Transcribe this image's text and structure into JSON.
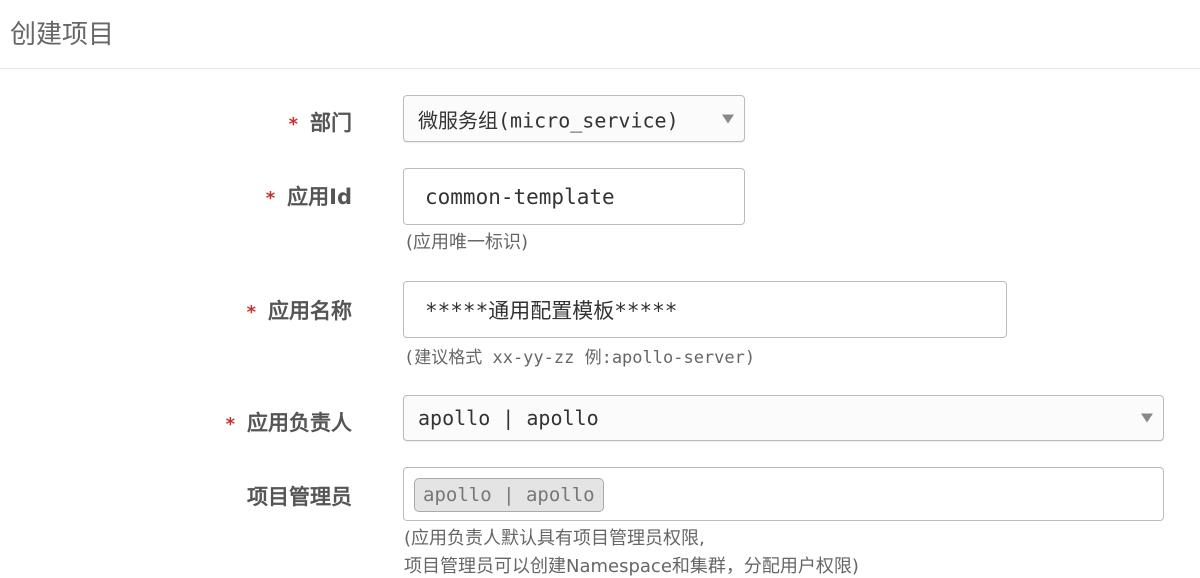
{
  "header": {
    "title": "创建项目"
  },
  "form": {
    "department": {
      "label": "部门",
      "required": "*",
      "value": "微服务组(micro_service)"
    },
    "app_id": {
      "label": "应用Id",
      "required": "*",
      "value": "common-template",
      "help": "(应用唯一标识)"
    },
    "app_name": {
      "label": "应用名称",
      "required": "*",
      "value": "*****通用配置模板*****",
      "help": "(建议格式 xx-yy-zz 例:apollo-server)"
    },
    "owner": {
      "label": "应用负责人",
      "required": "*",
      "value": "apollo | apollo"
    },
    "admins": {
      "label": "项目管理员",
      "chips": [
        "apollo | apollo"
      ],
      "help_line1": "(应用负责人默认具有项目管理员权限,",
      "help_line2": "项目管理员可以创建Namespace和集群，分配用户权限)"
    }
  },
  "colors": {
    "required": "#c9302c",
    "border": "#bbbbbb",
    "chip_bg": "#e4e4e4"
  }
}
